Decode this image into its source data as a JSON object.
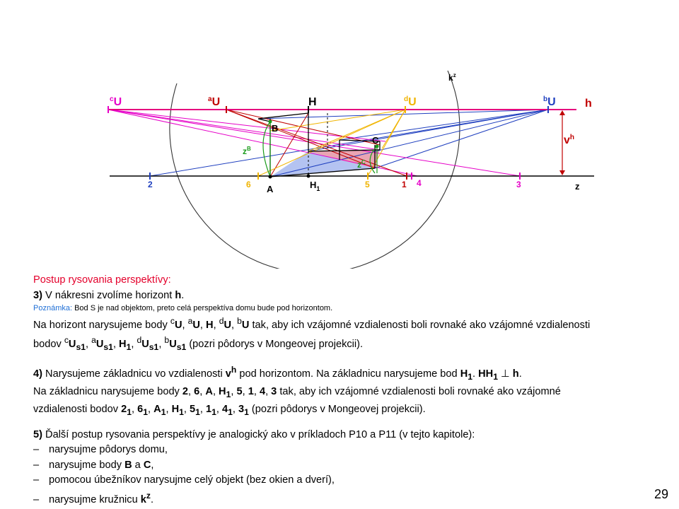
{
  "figure": {
    "horizon_label": "h",
    "groundline_label": "z",
    "circle_label": "k",
    "circle_label_sup": "z",
    "height_label": "v",
    "height_label_sup": "h",
    "vp": {
      "cU": {
        "sup": "c",
        "base": "U"
      },
      "aU": {
        "sup": "a",
        "base": "U"
      },
      "H": "H",
      "dU": {
        "sup": "d",
        "base": "U"
      },
      "bU": {
        "sup": "b",
        "base": "U"
      }
    },
    "points": {
      "B": "B",
      "C": "C",
      "A": "A",
      "H1": {
        "base": "H",
        "sub": "1"
      },
      "zB": {
        "base": "z",
        "sup": "B"
      },
      "zC": {
        "base": "z",
        "sup": "C"
      }
    },
    "ground_numbers": [
      "2",
      "6",
      "5",
      "1",
      "4",
      "3"
    ],
    "colors": {
      "horizon": "#e6007e",
      "blue_lines": "#1f3fbf",
      "magenta_lines": "#e600c8",
      "orange_lines": "#f0b400",
      "red_lines": "#c00000",
      "green": "#1a9b1a",
      "height_arrow": "#c00000",
      "plan_fill": "#a7b8ef",
      "wall_fill": "#f2a0a8"
    }
  },
  "text": {
    "title": "Postup rysovania perspektívy:",
    "step3_num": "3)",
    "step3_text": "V nákresni zvolíme horizont",
    "step3_bold": "h",
    "step3_end": ".",
    "note_label": "Poznámka:",
    "note_text": "Bod S je nad objektom, preto celá perspektíva domu bude pod horizontom.",
    "para1_line1": {
      "t1": "Na horizont narysujeme body ",
      "b1": "U",
      "t2": ", ",
      "b2": "U",
      "t3": ", ",
      "b3": "H",
      "t4": ", ",
      "b4": "U",
      "t5": ", ",
      "b5": "U",
      "t6": " tak, aby ich vzájomné vzdialenosti boli rovnaké ako vzájomné vzdialenosti",
      "s1": "c",
      "s2": "a",
      "s4": "d",
      "s5": "b"
    },
    "para1_line2": {
      "t1": "bodov ",
      "end": " (pozri pôdorys v Mongeovej projekcii).",
      "pre1": "c",
      "b1": "U",
      "sub1": "s1",
      "pre2": "a",
      "b2": "U",
      "sub2": "s1",
      "b3": "H",
      "sub3": "1",
      "pre4": "d",
      "b4": "U",
      "sub4": "s1",
      "pre5": "b",
      "b5": "U",
      "sub5": "s1",
      "sep": ", "
    },
    "step4": {
      "num": "4)",
      "t1": " Narysujeme základnicu vo vzdialenosti ",
      "vb": "v",
      "vsup": "h",
      "t2": " pod horizontom. Na základnicu narysujeme bod ",
      "h1b": "H",
      "h1sub": "1",
      "t3": ".  ",
      "hh1": "HH",
      "hh1sub": "1",
      "perp": " ⊥ ",
      "hb": "h",
      "end": "."
    },
    "para2_line1": {
      "t1": "Na základnicu narysujeme body ",
      "p1": "2",
      "p2": "6",
      "p3": "A",
      "p4": "H",
      "p4sub": "1",
      "p5": "5",
      "p6": "1",
      "p7": "4",
      "p8": "3",
      "sep": ", ",
      "t2": " tak, aby ich vzájomné vzdialenosti boli rovnaké ako vzájomné"
    },
    "para2_line2": {
      "t1": "vzdialenosti bodov ",
      "items": [
        {
          "b": "2",
          "s": "1"
        },
        {
          "b": "6",
          "s": "1"
        },
        {
          "b": "A",
          "s": "1"
        },
        {
          "b": "H",
          "s": "1"
        },
        {
          "b": "5",
          "s": "1"
        },
        {
          "b": "1",
          "s": "1"
        },
        {
          "b": "4",
          "s": "1"
        },
        {
          "b": "3",
          "s": "1"
        }
      ],
      "sep": ", ",
      "end": "  (pozri pôdorys v Mongeovej projekcii)."
    },
    "step5": {
      "num": "5)",
      "text": " Ďalší postup rysovania perspektívy  je analogický ako v príkladoch  P10 a P11 (v tejto kapitole):"
    },
    "bullets": {
      "b1": "narysujme  pôdorys domu,",
      "b2_t1": "narysujme  body ",
      "b2_b": "B",
      "b2_t2": " a ",
      "b2_c": "C",
      "b2_end": ",",
      "b3": "pomocou úbežníkov  narysujme  celý objekt (bez okien a dverí),",
      "b4_t": "narysujme  kružnicu  ",
      "b4_b": "k",
      "b4_sup": "z",
      "b4_end": ".",
      "dash": "–"
    }
  },
  "page_number": "29"
}
